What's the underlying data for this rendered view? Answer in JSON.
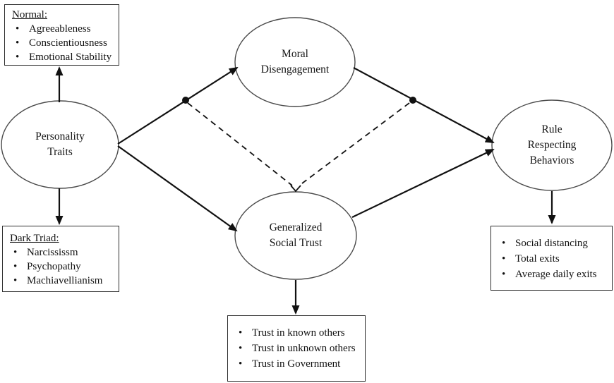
{
  "diagram": {
    "nodes": {
      "personality": {
        "lines": [
          "Personality",
          "Traits"
        ]
      },
      "moral": {
        "lines": [
          "Moral",
          "Disengagement"
        ]
      },
      "trust": {
        "lines": [
          "Generalized",
          "Social Trust"
        ]
      },
      "rule": {
        "lines": [
          "Rule",
          "Respecting",
          "Behaviors"
        ]
      }
    },
    "boxes": {
      "normal": {
        "title": "Normal:",
        "items": [
          "Agreeableness",
          "Conscientiousness",
          "Emotional Stability"
        ]
      },
      "dark_triad": {
        "title": "Dark Triad:",
        "items": [
          "Narcississm",
          "Psychopathy",
          "Machiavellianism"
        ]
      },
      "trust_indicators": {
        "items": [
          "Trust in known others",
          "Trust in unknown others",
          "Trust in Government"
        ]
      },
      "outcomes": {
        "items": [
          "Social distancing",
          "Total exits",
          "Average daily exits"
        ]
      }
    },
    "colors": {
      "background": "#ffffff",
      "connector": "#111111",
      "ellipse_stroke": "#4a4a4a",
      "box_border": "#2e2e2e",
      "text": "#161616"
    }
  }
}
